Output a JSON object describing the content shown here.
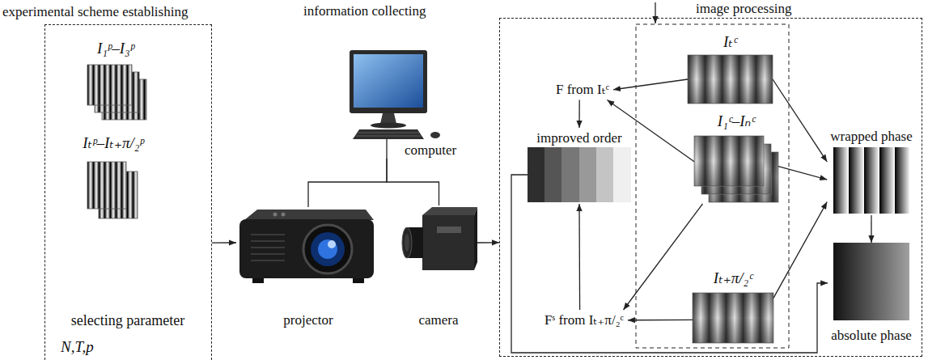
{
  "diagram": {
    "nodes": [
      {
        "text": [
          "experimental scheme establishing",
          "selecting parameter",
          "N,T,p"
        ]
      },
      {
        "text": [
          "I₁ᵖ–I₃ᵖ"
        ],
        "in": 0
      },
      {
        "text": [
          "Iₜᵖ–Iₜ₊π/₂ᵖ"
        ],
        "in": 0
      },
      {
        "text": [
          "computer"
        ]
      },
      {
        "text": [
          "projector"
        ]
      },
      {
        "text": [
          "camera"
        ]
      },
      {
        "text": [
          "image processing"
        ]
      },
      {
        "text": [
          "F from Iₜᶜ"
        ],
        "in": 6
      },
      {
        "text": [
          "improved order"
        ],
        "in": 6
      },
      {
        "text": [
          "Iₜᶜ"
        ],
        "in": 6
      },
      {
        "text": [
          "I₁ᶜ–Iₙᶜ"
        ],
        "in": 6
      },
      {
        "text": [
          "Iₜ₊π/₂ᶜ"
        ],
        "in": 6
      },
      {
        "text": [
          "Fˢ from Iₜ₊π/₂ᶜ"
        ],
        "in": 6
      },
      {
        "text": [
          "wrapped phase"
        ],
        "in": 6
      },
      {
        "text": [
          "absolute phase"
        ],
        "in": 6
      }
    ],
    "edges": [
      {
        "from": 0,
        "to": 4,
        "arrow": "to"
      },
      {
        "from": 3,
        "to": 4,
        "arrow": "none"
      },
      {
        "from": 3,
        "to": 5,
        "arrow": "none"
      },
      {
        "from": 5,
        "to": 6,
        "arrow": "to"
      },
      {
        "from": 9,
        "to": 7,
        "arrow": "to"
      },
      {
        "from": 10,
        "to": 7,
        "arrow": "to"
      },
      {
        "from": 7,
        "to": 8,
        "arrow": "to"
      },
      {
        "from": 12,
        "to": 8,
        "arrow": "to"
      },
      {
        "from": 10,
        "to": 12,
        "arrow": "to"
      },
      {
        "from": 11,
        "to": 12,
        "arrow": "to"
      },
      {
        "from": 9,
        "to": 13,
        "arrow": "to"
      },
      {
        "from": 10,
        "to": 13,
        "arrow": "to"
      },
      {
        "from": 11,
        "to": 13,
        "arrow": "to"
      },
      {
        "from": 13,
        "to": 14,
        "arrow": "to"
      },
      {
        "from": 8,
        "to": 14,
        "arrow": "to"
      }
    ],
    "labels": [
      "information collecting"
    ]
  }
}
